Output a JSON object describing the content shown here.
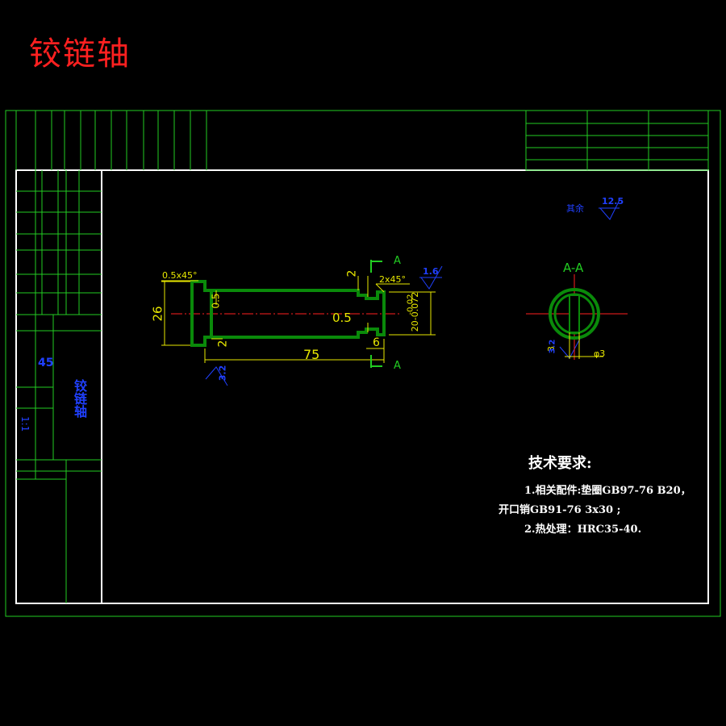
{
  "title": "铰链轴",
  "title_block": {
    "part_name": "铰链轴",
    "material": "45",
    "scale": "1:1"
  },
  "technical_requirements": {
    "heading": "技术要求:",
    "lines": [
      "1.相关配件:垫圈GB97-76 B20，",
      "开口销GB91-76 3x30 ;",
      "2.热处理：HRC35-40."
    ]
  },
  "dimensions": {
    "chamfer_left": "0.5x45°",
    "chamfer_right": "2x45°",
    "diameter": "26",
    "groove_depth": "0.5",
    "groove_width_left": "0.5",
    "shoulder": "2",
    "length": "75",
    "groove_pos": "6",
    "top_dim": "2",
    "tolerance": "20-0.072",
    "tolerance_upper": "-0.02",
    "hole": "φ3",
    "flat": "3"
  },
  "roughness": {
    "general": "12.5",
    "general_note": "其余",
    "surface_a": "1.6",
    "surface_b": "3.2",
    "hole": "3.2"
  },
  "section": {
    "label": "A-A",
    "marker": "A"
  },
  "colors": {
    "frame": "#22cc22",
    "part_outline": "#0a8a0a",
    "dimension": "#e8e800",
    "centerline": "#ff2020",
    "note": "#ffffff",
    "blue": "#2040ff"
  }
}
